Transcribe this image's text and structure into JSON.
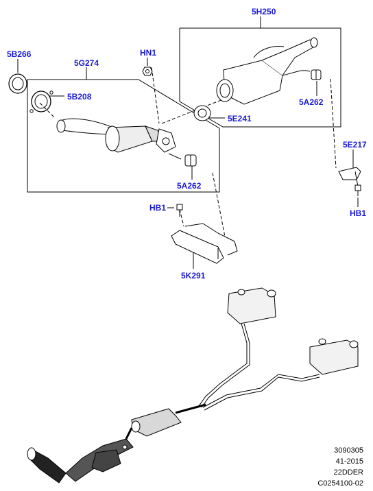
{
  "colors": {
    "callout": "#1a1ad6",
    "line": "#000000",
    "part_fill": "#ffffff",
    "shade": "#c8c8c8",
    "dark": "#3a3a3a"
  },
  "callouts": {
    "c5H250": "5H250",
    "c5B266": "5B266",
    "c5G274": "5G274",
    "cHN1": "HN1",
    "c5B208": "5B208",
    "c5A262_upper": "5A262",
    "c5E241": "5E241",
    "c5E217": "5E217",
    "c5A262_lower": "5A262",
    "cHB1_left": "HB1",
    "cHB1_right": "HB1",
    "c5K291": "5K291"
  },
  "info": {
    "line1": "3090305",
    "line2": "41-2015",
    "line3": "22DDER",
    "line4": "C0254100-02"
  }
}
